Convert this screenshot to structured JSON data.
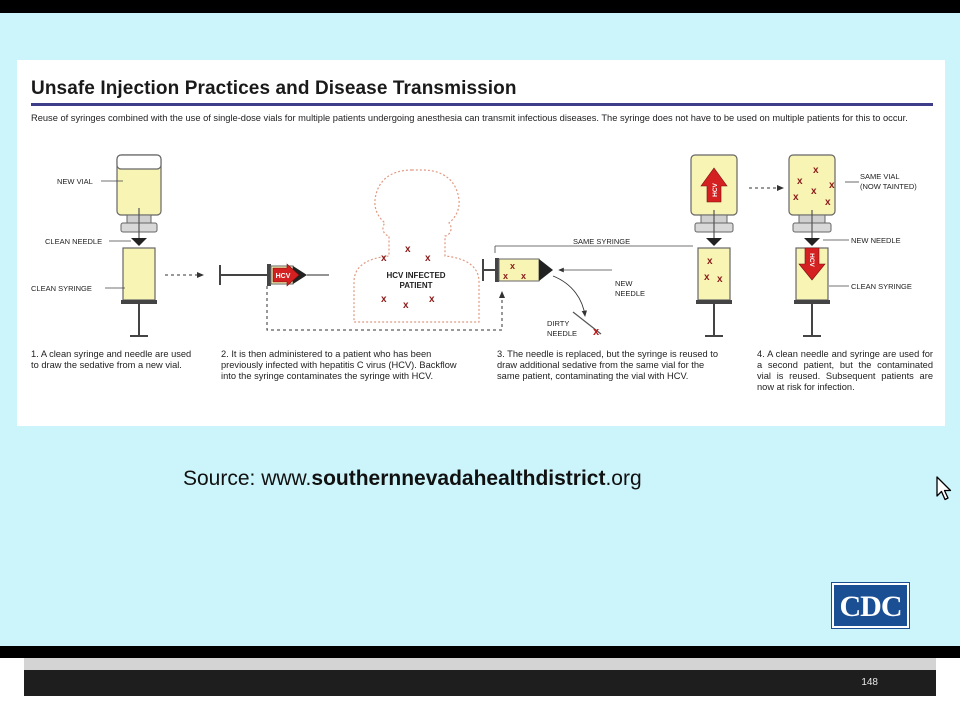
{
  "diagram": {
    "title": "Unsafe Injection Practices and Disease Transmission",
    "intro": "Reuse of syringes combined with the use of single-dose vials for multiple patients undergoing anesthesia can transmit infectious diseases. The syringe does not have to be used on multiple patients for this to occur.",
    "labels": {
      "new_vial": "NEW VIAL",
      "clean_needle": "CLEAN NEEDLE",
      "clean_syringe": "CLEAN SYRINGE",
      "patient_line1": "HCV INFECTED",
      "patient_line2": "PATIENT",
      "same_syringe": "SAME SYRINGE",
      "new_needle_line1": "NEW",
      "new_needle_line2": "NEEDLE",
      "dirty_needle_line1": "DIRTY",
      "dirty_needle_line2": "NEEDLE",
      "same_vial_line1": "SAME VIAL",
      "same_vial_line2": "(NOW TAINTED)",
      "new_needle": "NEW NEEDLE",
      "clean_syringe_right": "CLEAN SYRINGE",
      "virus_tag": "HCV"
    },
    "steps": [
      "1. A clean syringe and needle are used to draw the sedative from a new vial.",
      "2. It is then administered to a patient who has been previously infected with hepatitis C virus (HCV). Backflow into the syringe contaminates the syringe with HCV.",
      "3. The needle is replaced, but the syringe is reused to draw additional sedative from the same vial for the same patient, contaminating the vial with HCV.",
      "4. A clean needle and syringe are used for a second patient, but the contaminated vial is reused. Subsequent patients are now at risk for infection."
    ]
  },
  "source": {
    "prefix": "Source: www.",
    "domain": "southernnevadahealthdistrict",
    "suffix": ".org"
  },
  "logo": {
    "text": "CDC"
  },
  "footer": {
    "page_number": "148"
  },
  "colors": {
    "slide_background": "#ccf5fb",
    "fluid": "#f8f4b4",
    "contamination": "#8b1a1a",
    "hcv_arrow": "#d42020",
    "title_rule": "#3d3d8a",
    "logo_blue": "#1b4f93"
  },
  "icons": [
    "vial-icon",
    "syringe-icon",
    "patient-silhouette-icon",
    "hcv-arrow-icon",
    "cursor-icon"
  ]
}
